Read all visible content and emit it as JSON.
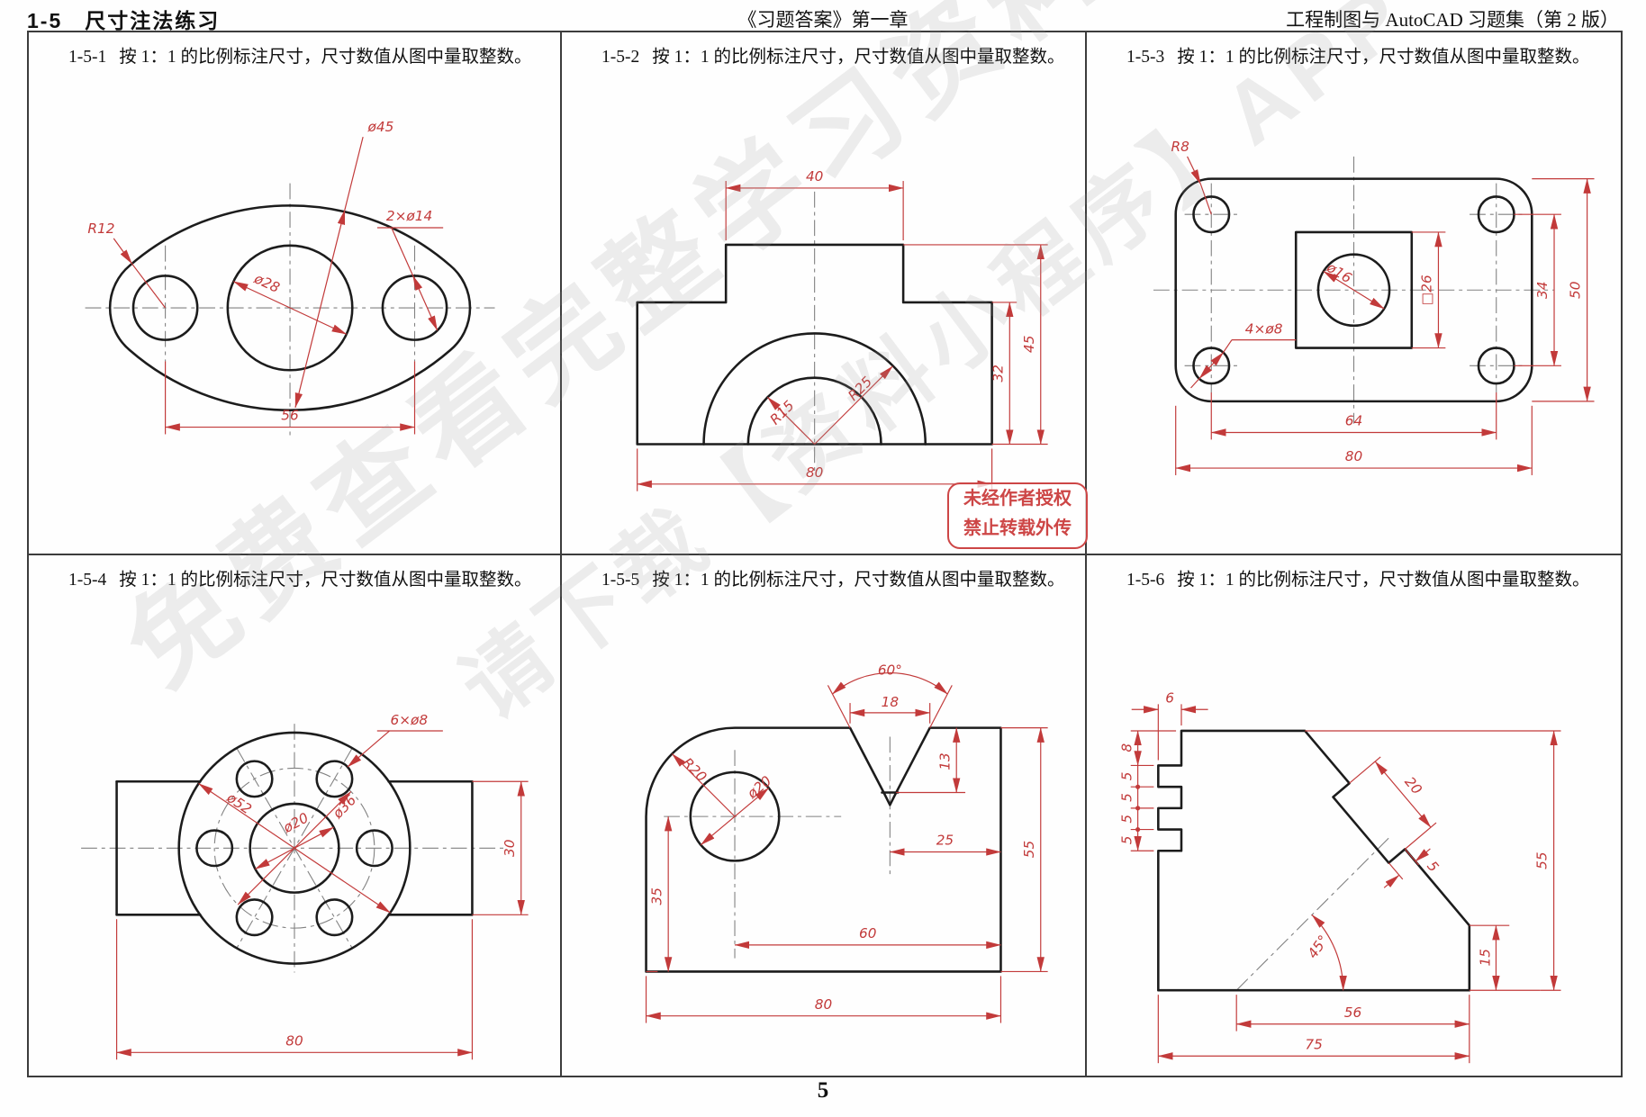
{
  "header": {
    "section": "1-5　尺寸注法练习",
    "center": "《习题答案》第一章",
    "book": "工程制图与 AutoCAD 习题集（第 2 版）"
  },
  "page_number": "5",
  "stamp": {
    "line1": "未经作者授权",
    "line2": "禁止转载外传"
  },
  "watermark": {
    "line1": "免费查看完整学习资料",
    "line2": "请下载【资料小程序】APP"
  },
  "colors": {
    "dimension_red": "#c23a3a",
    "outline_black": "#1c1c1c",
    "centerline_gray": "#818181",
    "stamp_red": "#cd4646"
  },
  "panels": [
    {
      "id": "1-5-1",
      "caption": "按 1：1 的比例标注尺寸，尺寸数值从图中量取整数。",
      "dims": {
        "d45": "ø45",
        "r12": "R12",
        "two_d14": "2×ø14",
        "d28": "ø28",
        "w56": "56"
      }
    },
    {
      "id": "1-5-2",
      "caption": "按 1：1 的比例标注尺寸，尺寸数值从图中量取整数。",
      "dims": {
        "w40": "40",
        "r25": "R25",
        "r15": "R15",
        "h32": "32",
        "h45": "45",
        "w80": "80"
      }
    },
    {
      "id": "1-5-3",
      "caption": "按 1：1 的比例标注尺寸，尺寸数值从图中量取整数。",
      "dims": {
        "r8": "R8",
        "d16": "ø16",
        "sq26": "□26",
        "four_d8": "4×ø8",
        "h34": "34",
        "h50": "50",
        "w64": "64",
        "w80": "80"
      }
    },
    {
      "id": "1-5-4",
      "caption": "按 1：1 的比例标注尺寸，尺寸数值从图中量取整数。",
      "dims": {
        "six_d8": "6×ø8",
        "d52": "ø52",
        "d20": "ø20",
        "d36": "ø36",
        "h30": "30",
        "w80": "80"
      }
    },
    {
      "id": "1-5-5",
      "caption": "按 1：1 的比例标注尺寸，尺寸数值从图中量取整数。",
      "dims": {
        "a60": "60°",
        "w18": "18",
        "h13": "13",
        "w25": "25",
        "h35": "35",
        "w60": "60",
        "h55": "55",
        "w80": "80",
        "r20": "R20",
        "d20": "ø20"
      }
    },
    {
      "id": "1-5-6",
      "caption": "按 1：1 的比例标注尺寸，尺寸数值从图中量取整数。",
      "dims": {
        "w6": "6",
        "h8": "8",
        "h5a": "5",
        "h5b": "5",
        "h5c": "5",
        "h5d": "5",
        "l20": "20",
        "t5": "5",
        "a45": "45°",
        "h55": "55",
        "h15": "15",
        "w56": "56",
        "w75": "75"
      }
    }
  ]
}
